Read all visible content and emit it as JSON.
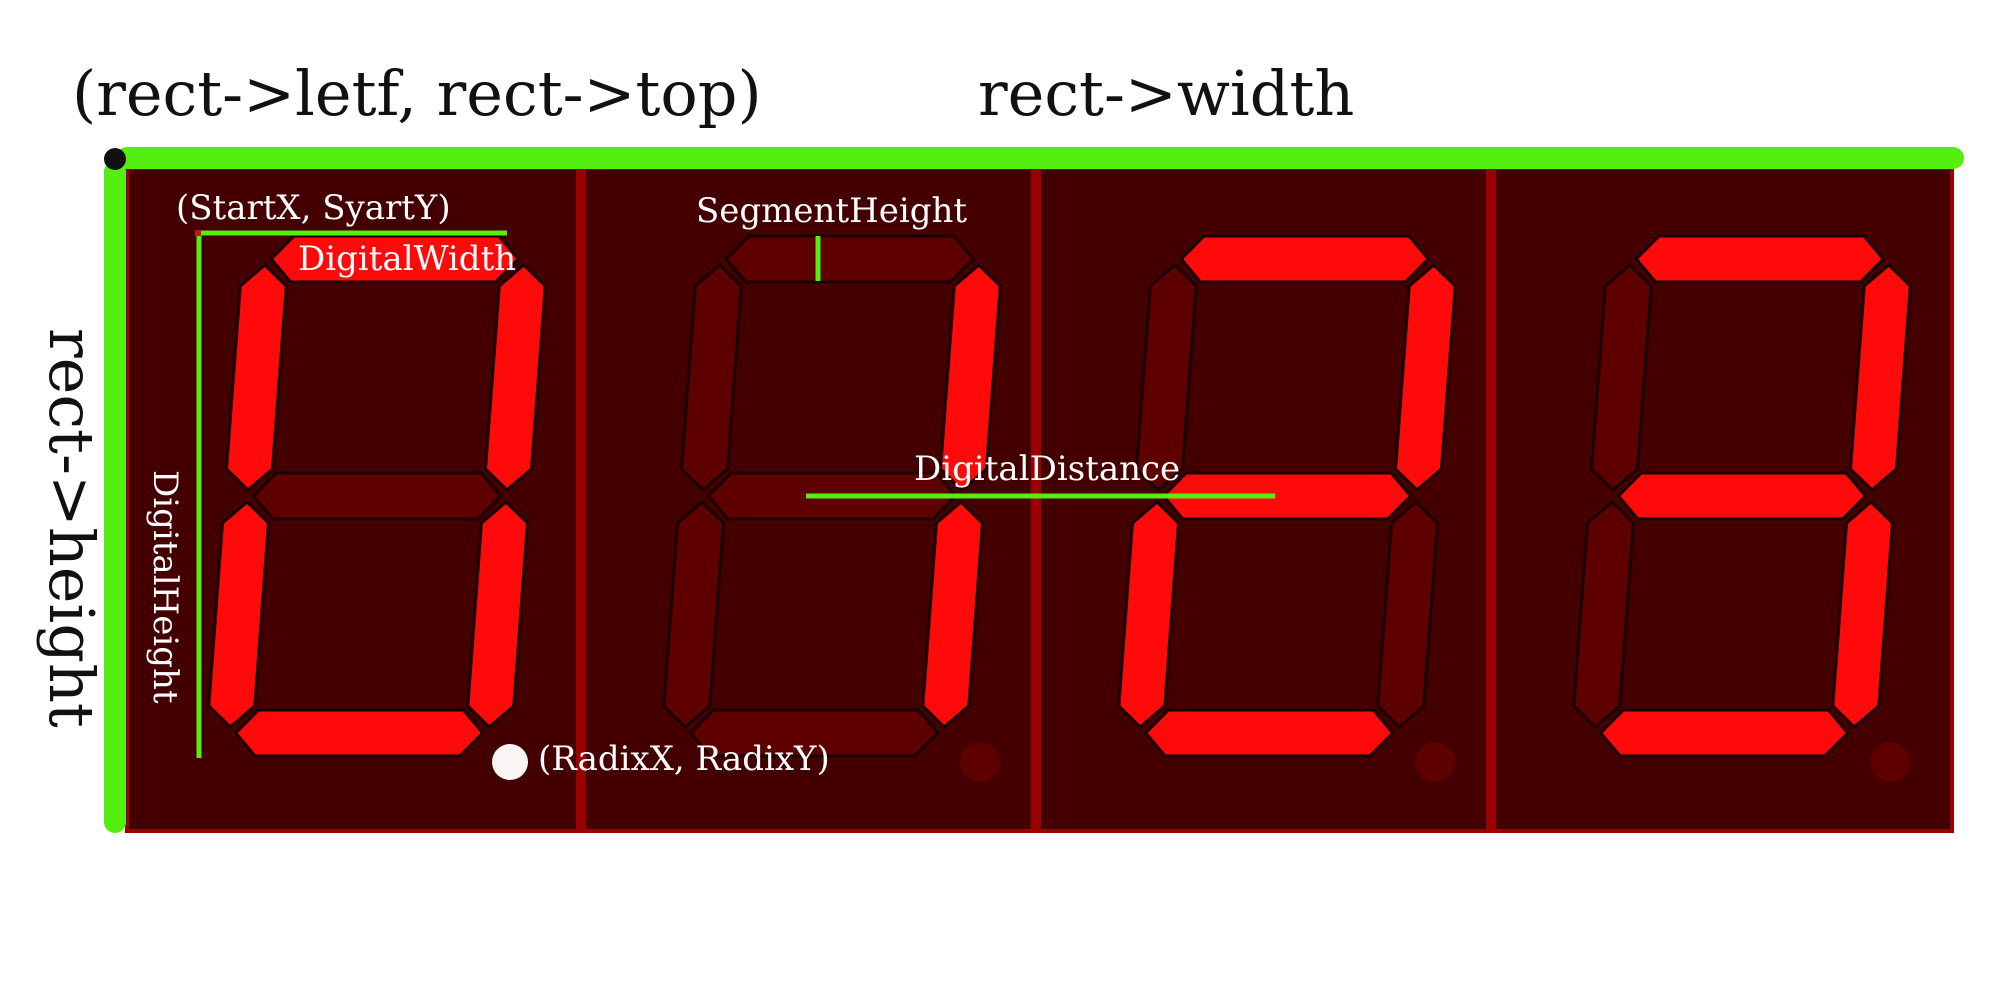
{
  "labels": {
    "top_left": "(rect->letf, rect->top)",
    "width": "rect->width",
    "height": "rect->height",
    "start": "(StartX, SyartY)",
    "digital_width": "DigitalWidth",
    "digital_height": "DigitalHeight",
    "segment_height": "SegmentHeight",
    "digital_distance": "DigitalDistance",
    "radix": "(RadixX, RadixY)"
  },
  "digits": [
    {
      "segments_on": [
        "a",
        "b",
        "c",
        "d",
        "e",
        "f"
      ],
      "dp_on": true
    },
    {
      "segments_on": [
        "b",
        "c"
      ],
      "dp_on": false
    },
    {
      "segments_on": [
        "a",
        "b",
        "g",
        "e",
        "d"
      ],
      "dp_on": false
    },
    {
      "segments_on": [
        "a",
        "b",
        "g",
        "c",
        "d"
      ],
      "dp_on": false
    }
  ],
  "colors": {
    "panel_background": "#440000",
    "panel_border": "#9a0000",
    "segment_on": "#ff0a0a",
    "segment_off": "#5e0000",
    "segment_outline": "#1a0000",
    "guide_green": "#55ee11",
    "radix_point": "#fbf4f4",
    "label_dark": "#111111",
    "label_light": "#ffffff"
  }
}
